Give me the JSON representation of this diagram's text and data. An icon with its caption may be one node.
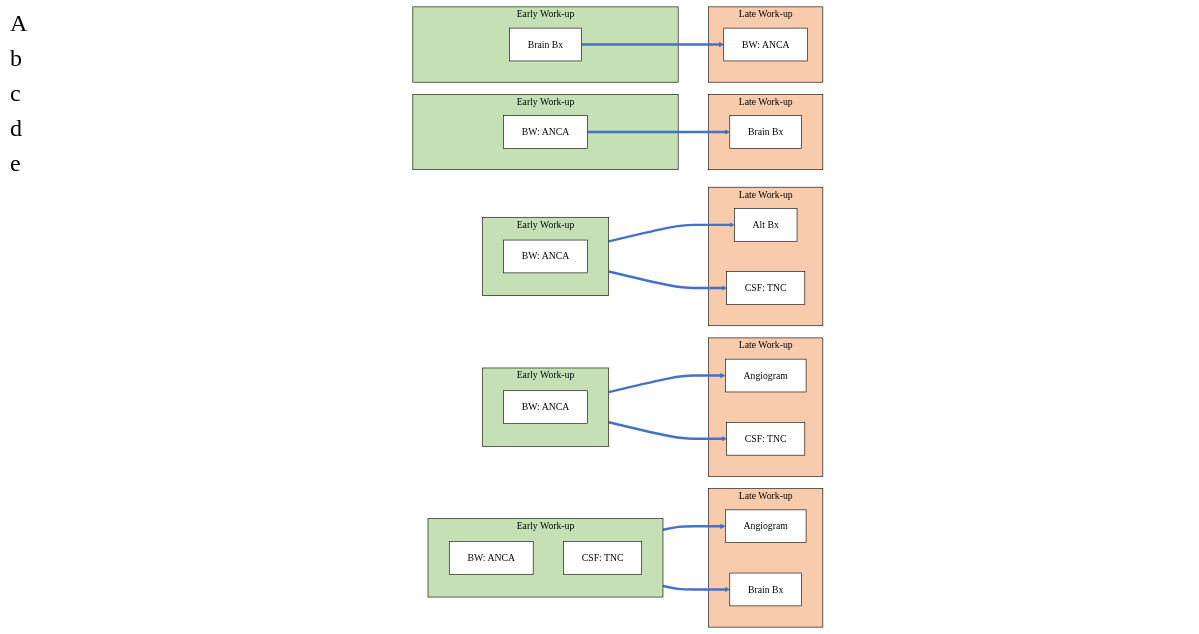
{
  "diagram": {
    "nodes": [
      {
        "text": [
          "Early Work-up"
        ]
      },
      {
        "text": [
          "BW: ANCA"
        ],
        "in": 0
      },
      {
        "text": [
          "CSF: TNC"
        ],
        "in": 0
      },
      {
        "text": [
          "Late Work-up"
        ]
      },
      {
        "text": [
          "Angiogram"
        ],
        "in": 3
      },
      {
        "text": [
          "Brain Bx"
        ],
        "in": 3
      },
      {
        "text": [
          "Early Work-up"
        ]
      },
      {
        "text": [
          "BW: ANCA"
        ],
        "in": 6
      },
      {
        "text": [
          "Late Work-up"
        ]
      },
      {
        "text": [
          "Angiogram"
        ],
        "in": 8
      },
      {
        "text": [
          "CSF: TNC"
        ],
        "in": 8
      },
      {
        "text": [
          "Early Work-up"
        ]
      },
      {
        "text": [
          "BW: ANCA"
        ],
        "in": 11
      },
      {
        "text": [
          "Late Work-up"
        ]
      },
      {
        "text": [
          "Alt Bx"
        ],
        "in": 13
      },
      {
        "text": [
          "CSF: TNC"
        ],
        "in": 13
      },
      {
        "text": [
          "Early Work-up"
        ]
      },
      {
        "text": [
          "BW: ANCA"
        ],
        "in": 16
      },
      {
        "text": [
          "Late Work-up"
        ]
      },
      {
        "text": [
          "Brain Bx"
        ],
        "in": 18
      },
      {
        "text": [
          "Early Work-up"
        ]
      },
      {
        "text": [
          "Brain Bx"
        ],
        "in": 20
      },
      {
        "text": [
          "Late Work-up"
        ]
      },
      {
        "text": [
          "BW: ANCA"
        ],
        "in": 22
      }
    ],
    "edges": [
      {
        "from": 0,
        "to": 4,
        "arrow": "to"
      },
      {
        "from": 0,
        "to": 5,
        "arrow": "to"
      },
      {
        "from": 6,
        "to": 9,
        "arrow": "to"
      },
      {
        "from": 6,
        "to": 10,
        "arrow": "to"
      },
      {
        "from": 11,
        "to": 14,
        "arrow": "to"
      },
      {
        "from": 11,
        "to": 15,
        "arrow": "to"
      },
      {
        "from": 17,
        "to": 19,
        "arrow": "to"
      },
      {
        "from": 21,
        "to": 23,
        "arrow": "to"
      }
    ],
    "labels": [
      "A",
      "b",
      "c",
      "d",
      "e"
    ]
  }
}
